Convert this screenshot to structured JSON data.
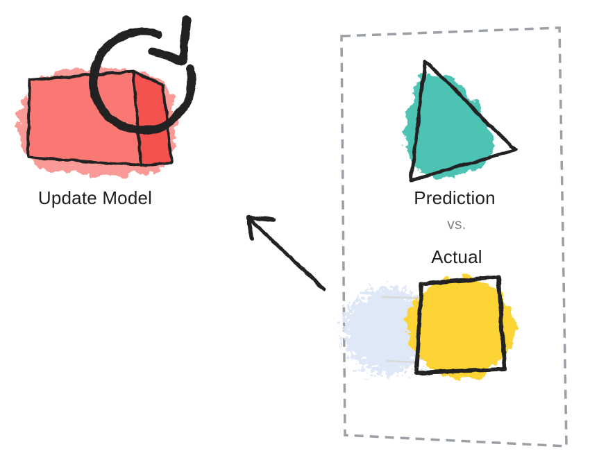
{
  "figures": {
    "update_model": {
      "label": "Update Model",
      "icon": "cycle-arrow-icon",
      "shape": "model-box"
    },
    "comparison": {
      "prediction_label": "Prediction",
      "versus_label": "vs.",
      "actual_label": "Actual",
      "prediction_shape": "triangle",
      "actual_shape": "square",
      "panel_border": "dashed"
    },
    "feedback": {
      "icon": "arrow-up-left-icon"
    }
  },
  "colors": {
    "background": "#FFFFFF",
    "ink": "#212121",
    "text": "#1F1F1F",
    "muted-text": "#80868B",
    "model-front": "#F97873",
    "model-side": "#F4524F",
    "model-halo": "#F9827D",
    "prediction-teal": "#4DC3B4",
    "actual-yellow": "#FCD435",
    "actual-blue": "#DCE6F7",
    "panel-dash": "#9AA0A6"
  }
}
